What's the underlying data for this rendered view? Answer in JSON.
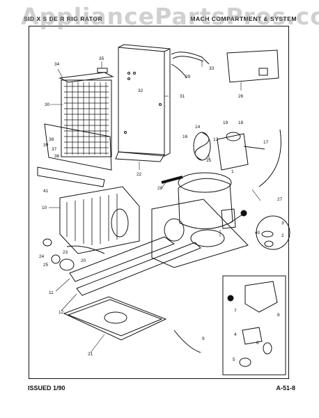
{
  "watermark": "AppliancePartsPros.com",
  "header": {
    "left": "SID X S DE R RIG RATOR",
    "right": "MACH COMPARTMENT & SYSTEM"
  },
  "footer": {
    "issued": "ISSUED 1/90",
    "code": "A-51-8"
  },
  "callouts": {
    "c1": "1",
    "c2": "2",
    "c3": "3",
    "c4": "4",
    "c5": "5",
    "c6": "6",
    "c7": "7",
    "c8": "8",
    "c9": "9",
    "c10": "10",
    "c11": "11",
    "c12": "12",
    "c13": "13",
    "c14": "14",
    "c15": "15",
    "c16": "16",
    "c17": "17",
    "c18": "18",
    "c19": "19",
    "c20": "20",
    "c21": "21",
    "c22": "22",
    "c23": "23",
    "c24": "24",
    "c25": "25",
    "c26": "26",
    "c27": "27",
    "c28": "28",
    "c29": "29",
    "c30": "30",
    "c31": "31",
    "c32": "32",
    "c33": "33",
    "c34": "34",
    "c35": "35",
    "c36": "36",
    "c37": "37",
    "c38": "38",
    "c39": "39",
    "c40": "40",
    "c41": "41"
  }
}
